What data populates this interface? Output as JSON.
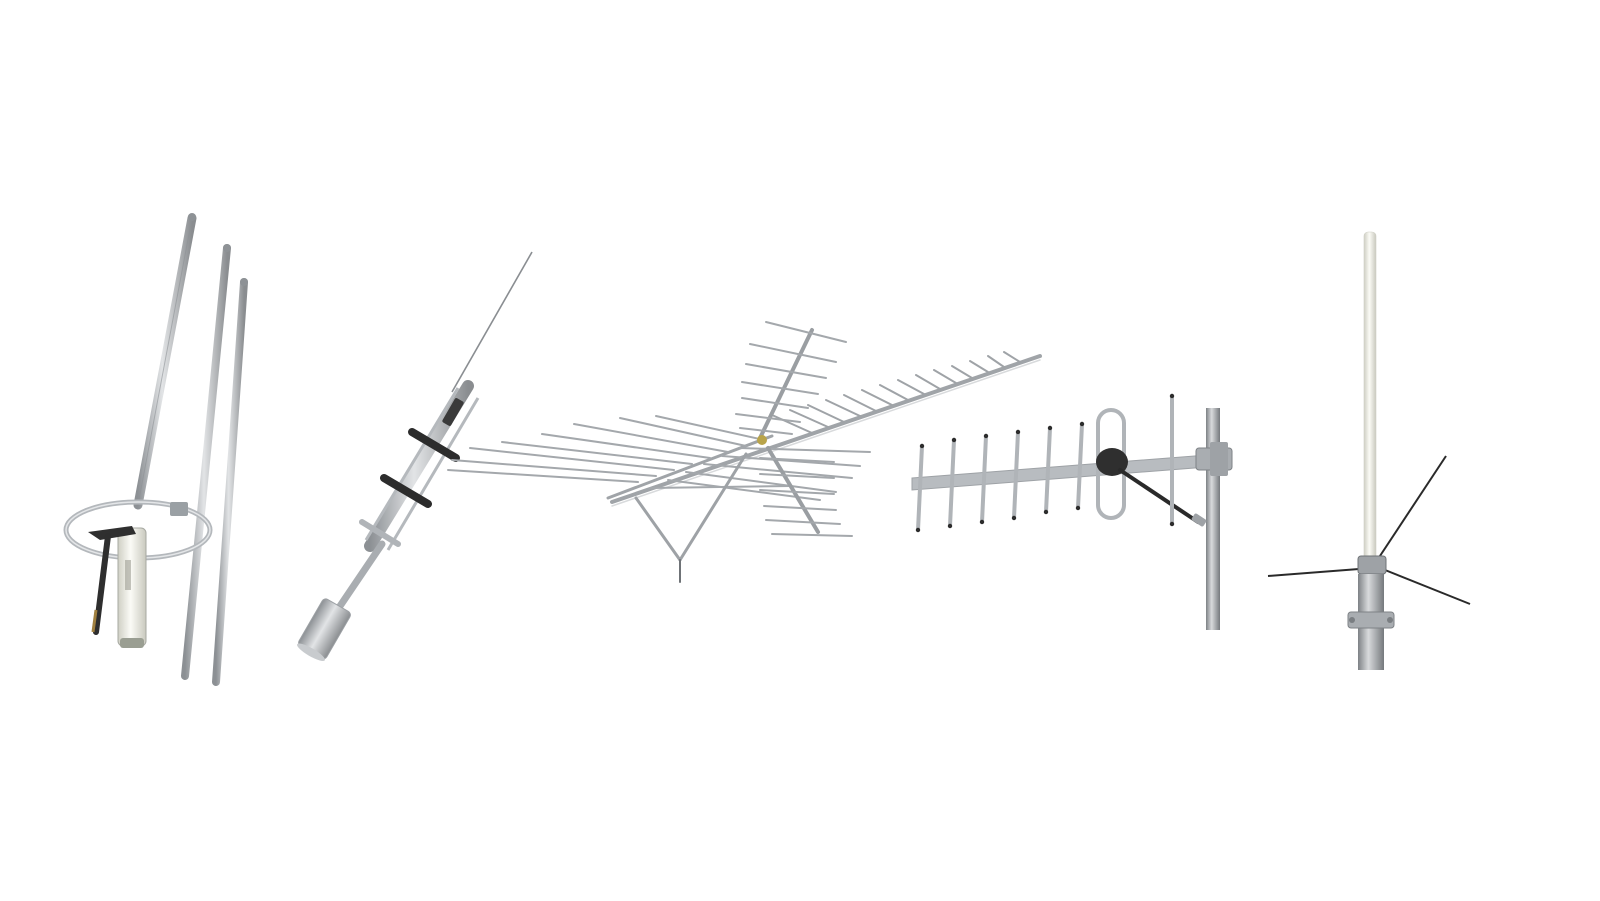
{
  "scene": {
    "background_color": "#ffffff",
    "metal_color": "#b8bcc0",
    "dark_metal_color": "#3a3a3a",
    "fiberglass_color": "#ecebe2"
  },
  "antennas": [
    {
      "id": "ground-plane-rods",
      "icon": "rod-antenna-icon"
    },
    {
      "id": "collinear-vertical",
      "icon": "collinear-antenna-icon"
    },
    {
      "id": "log-periodic",
      "icon": "log-periodic-antenna-icon"
    },
    {
      "id": "yagi",
      "icon": "yagi-antenna-icon"
    },
    {
      "id": "fiberglass-ground-plane",
      "icon": "ground-plane-antenna-icon"
    }
  ]
}
